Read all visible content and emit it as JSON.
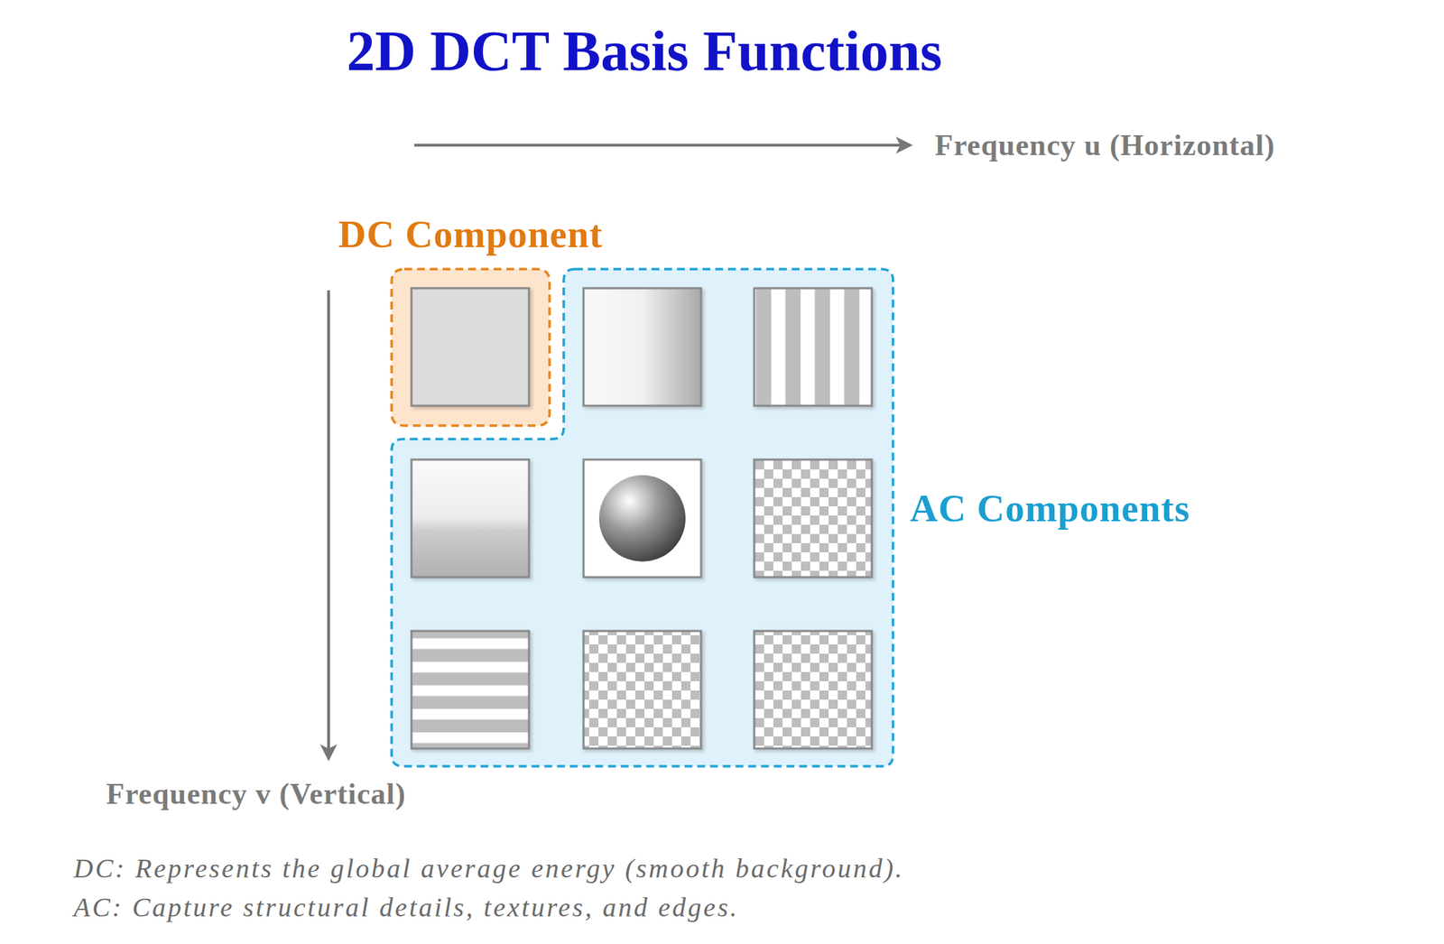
{
  "diagram": {
    "title": "2D DCT Basis Functions",
    "nodes": [
      {
        "text": [
          "DC Component"
        ]
      },
      {
        "text": [
          "AC Components"
        ]
      }
    ],
    "labels": [
      "Frequency u (Horizontal)",
      "Frequency v (Vertical)",
      "DC: Represents the global average energy (smooth background).",
      "AC: Capture structural details, textures, and edges."
    ]
  }
}
